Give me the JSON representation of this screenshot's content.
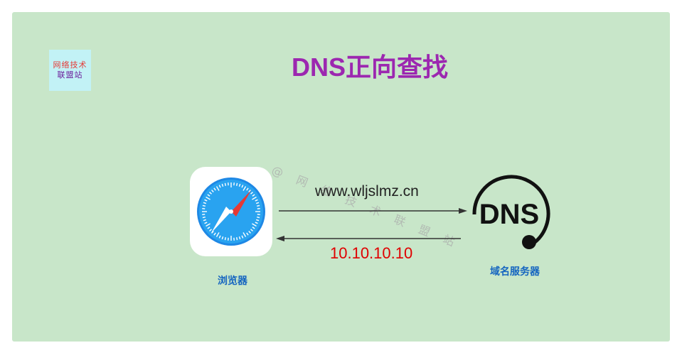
{
  "logo": {
    "line1": "网络技术",
    "line2": "联盟站"
  },
  "title": "DNS正向查找",
  "watermark": "@ 网 络 技 术 联 盟 站",
  "browser": {
    "label": "浏览器"
  },
  "dns_server": {
    "badge": "DNS",
    "label": "域名服务器"
  },
  "request": {
    "text": "www.wljslmz.cn"
  },
  "response": {
    "text": "10.10.10.10"
  },
  "colors": {
    "background": "#c8e6c9",
    "title": "#9c27b0",
    "caption": "#1565c0",
    "response": "#e00000"
  }
}
